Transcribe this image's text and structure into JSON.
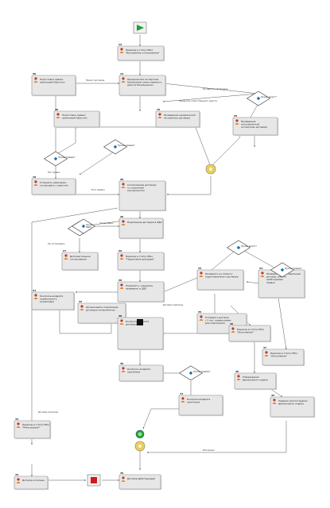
{
  "tasks": [
    {
      "id": "t1",
      "num": "12",
      "lines": [
        "Переход в статус РКЦ",
        "\"Внутреннее согласование\""
      ]
    },
    {
      "id": "t2",
      "num": "56",
      "lines": [
        "Подготовка правок",
        "замечаний Юристом"
      ]
    },
    {
      "id": "t3",
      "num": "13",
      "lines": [
        "Юридическая экспертиза",
        "Назначение ответственного",
        "юриста Начальником"
      ]
    },
    {
      "id": "t4",
      "num": "46",
      "lines": [
        "Подготовка правок",
        "замечаний Юристом"
      ]
    },
    {
      "id": "t5",
      "num": "15",
      "lines": [
        "Проведение юридической",
        "экспертизы договора"
      ]
    },
    {
      "id": "t6",
      "num": "25",
      "lines": [
        "Проведение",
        "экономической",
        "экспертизы договора"
      ]
    },
    {
      "id": "t7",
      "num": "19",
      "lines": [
        "Устранить замечания,",
        "согласовать с юристом"
      ]
    },
    {
      "id": "t8",
      "num": "20",
      "lines": [
        "Согласование договора",
        "со сторонним",
        "контрагентом"
      ]
    },
    {
      "id": "t9",
      "num": "26",
      "lines": [
        "Подписание договора в ЭДО"
      ]
    },
    {
      "id": "t10",
      "num": "27",
      "lines": [
        "Дополнительное",
        "согласование"
      ]
    },
    {
      "id": "t11",
      "num": "29",
      "lines": [
        "Переход в статус РКЦ",
        "\"Подписание договора\""
      ]
    },
    {
      "id": "t12",
      "num": "30",
      "lines": [
        "Подписать, сохранить,",
        "проверить в ЭДО"
      ]
    },
    {
      "id": "t13",
      "num": "31",
      "lines": [
        "Контроль возврата",
        "подписанного",
        "экземпляра"
      ]
    },
    {
      "id": "t14",
      "num": "32",
      "lines": [
        "Организовать подписание",
        "договора контрагентом"
      ]
    },
    {
      "id": "t15",
      "num": "33",
      "lines": [
        "Проверить на полноту",
        "подготовленного договора"
      ]
    },
    {
      "id": "t16",
      "num": "34",
      "lines": [
        "Проверить подготовленный",
        "договор, внести",
        "необходимые",
        "правки"
      ]
    },
    {
      "id": "t17",
      "num": "35",
      "lines": [
        "Отправить договор",
        "с 2 экз. подписанием",
        "для подписания"
      ]
    },
    {
      "id": "t18",
      "num": "36",
      "lines": [
        "Переход в статус РКЦ",
        "\"Исполнение\""
      ]
    },
    {
      "id": "t19",
      "num": "37",
      "lines": [
        "Переход в статус РКЦ",
        "\"Исполнение\""
      ]
    },
    {
      "id": "t20",
      "num": "38",
      "lines": [
        "Контроль возврата",
        "договора"
      ]
    },
    {
      "id": "t21",
      "num": "39",
      "lines": [
        "Контроль возврата",
        "оригинала"
      ]
    },
    {
      "id": "t22",
      "num": "40",
      "lines": [
        "Утверждение",
        "финансового отдела"
      ]
    },
    {
      "id": "t23",
      "num": "41",
      "lines": [
        "Контроль возврата",
        "оригинала"
      ]
    },
    {
      "id": "t24",
      "num": "42",
      "lines": [
        "Задание для Сотрудник",
        "финансового отдела"
      ]
    },
    {
      "id": "t25",
      "num": "43",
      "lines": [
        "Переход в статус РКЦ",
        "\"Регистрация\""
      ]
    },
    {
      "id": "t26",
      "num": "44",
      "lines": [
        "Договор исполнен"
      ]
    },
    {
      "id": "t27",
      "num": "45",
      "lines": [
        "Договор Действующий"
      ]
    }
  ],
  "gateways": [
    {
      "id": "g1",
      "lines": [
        "Нужен юрист?"
      ]
    },
    {
      "id": "g2",
      "lines": [
        "Нужны правки?"
      ]
    },
    {
      "id": "g3",
      "lines": [
        "Нужны правки?"
      ]
    },
    {
      "id": "g4",
      "lines": [
        "Нужен юрист?"
      ]
    },
    {
      "id": "g5",
      "lines": [
        "Есть",
        "правки?"
      ]
    },
    {
      "id": "g6",
      "lines": [
        "Нужен",
        "ЭДО?"
      ]
    },
    {
      "id": "g7",
      "lines": [
        "Нужны правки?"
      ]
    },
    {
      "id": "g8",
      "lines": [
        "Нужны правки?"
      ]
    }
  ],
  "edge_labels": [
    "Проект договора",
    "Экспертиза проведена",
    "Назначить ответственного юриста",
    "Нет правок",
    "Есть правки",
    "Согласовано",
    "Не согласовано",
    "Договор подписан",
    "Договор исполнен",
    "Исполнено"
  ]
}
